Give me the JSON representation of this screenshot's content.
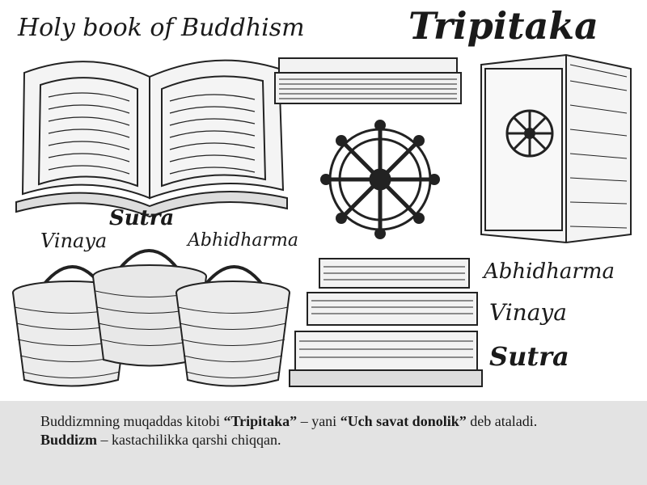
{
  "illustration": {
    "title_left": "Holy book of Buddhism",
    "title_right": "Tripitaka",
    "label_sutra_top": "Sutra",
    "label_vinaya_left": "Vinaya",
    "label_abhidharma_left": "Abhidharma",
    "label_abhidharma_right": "Abhidharma",
    "label_vinaya_right": "Vinaya",
    "label_sutra_right": "Sutra"
  },
  "caption": {
    "p1_a": "Buddizmning muqaddas kitobi ",
    "p1_b": "“Tripitaka”",
    "p1_c": " – yani ",
    "p1_d": "“Uch savat donolik”",
    "p1_e": " deb ataladi.",
    "p2_a": "Buddizm",
    "p2_b": " – kastachilikka qarshi chiqqan."
  }
}
